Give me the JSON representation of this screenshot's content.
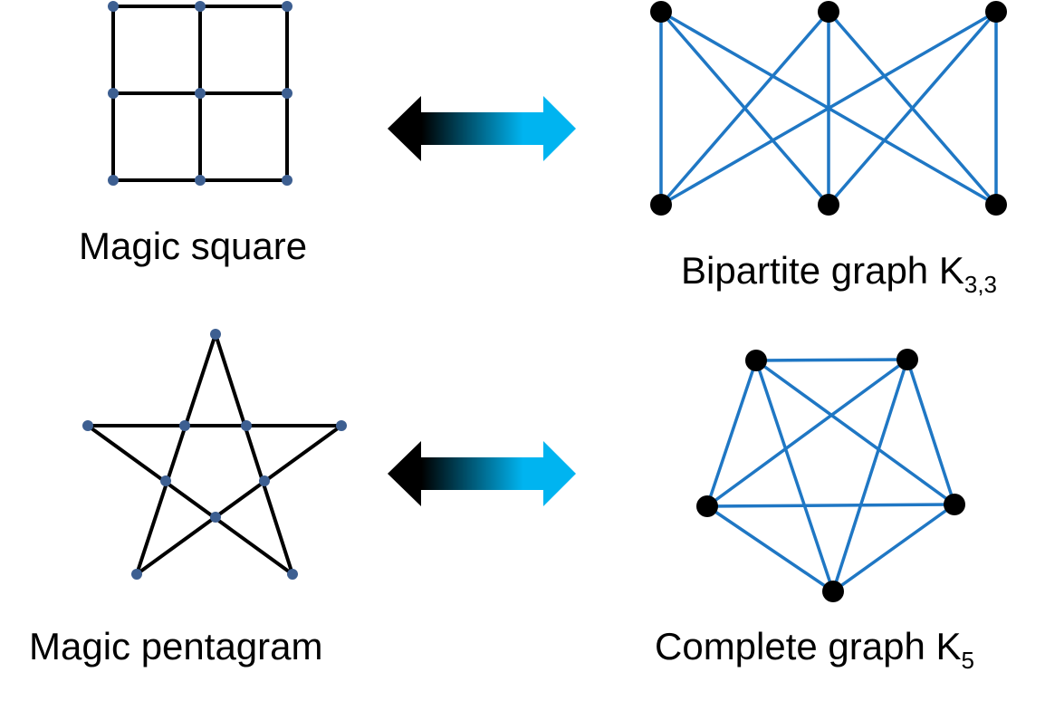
{
  "panels": {
    "magic_square": {
      "label": "Magic square"
    },
    "bipartite": {
      "label_main": "Bipartite graph K",
      "label_sub": "3,3"
    },
    "magic_pentagram": {
      "label": "Magic pentagram"
    },
    "complete": {
      "label_main": "Complete graph K",
      "label_sub": "5"
    }
  },
  "colors": {
    "black_edges": "#000000",
    "small_vertices": "#3d5f91",
    "graph_edges": "#1f77c4",
    "big_vertices": "#000000",
    "arrow_left": "#000000",
    "arrow_right": "#00b4f0"
  }
}
